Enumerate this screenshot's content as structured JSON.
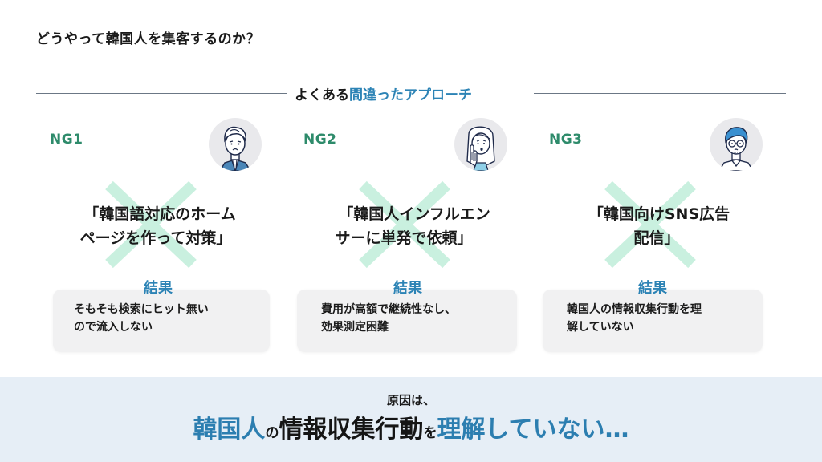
{
  "page": {
    "title": "どうやって韓国人を集客するのか？"
  },
  "section": {
    "heading_plain": "よくある",
    "heading_accent": "間違ったアプローチ"
  },
  "cards": [
    {
      "label": "NG1",
      "avatar_icon": "worried-man-avatar",
      "quote_line1": "「韓国語対応のホーム",
      "quote_line2": "ページを作って対策」",
      "result_label": "結果",
      "result_line1": "そもそも検索にヒット無い",
      "result_line2": "ので流入しない"
    },
    {
      "label": "NG2",
      "avatar_icon": "worried-woman-avatar",
      "quote_line1": "「韓国人インフルエン",
      "quote_line2": "サーに単発で依頼」",
      "result_label": "結果",
      "result_line1": "費用が高額で継続性なし、",
      "result_line2": "効果測定困難"
    },
    {
      "label": "NG3",
      "avatar_icon": "worried-glasses-man-avatar",
      "quote_line1": "「韓国向けSNS広告",
      "quote_line2": "配信」",
      "result_label": "結果",
      "result_line1": "韓国人の情報収集行動を理",
      "result_line2": "解していない"
    }
  ],
  "footer": {
    "lead": "原因は、",
    "part1": "韓国人",
    "part2": "の",
    "part3": "情報収集行動",
    "part4": "を",
    "part5": "理解していない…"
  },
  "colors": {
    "accent_blue": "#2c83b5",
    "ng_green": "#2e8b6b",
    "x_mark_mint": "#c9f0df",
    "footer_band": "#e6eef6",
    "result_box": "#f1f1f2"
  }
}
